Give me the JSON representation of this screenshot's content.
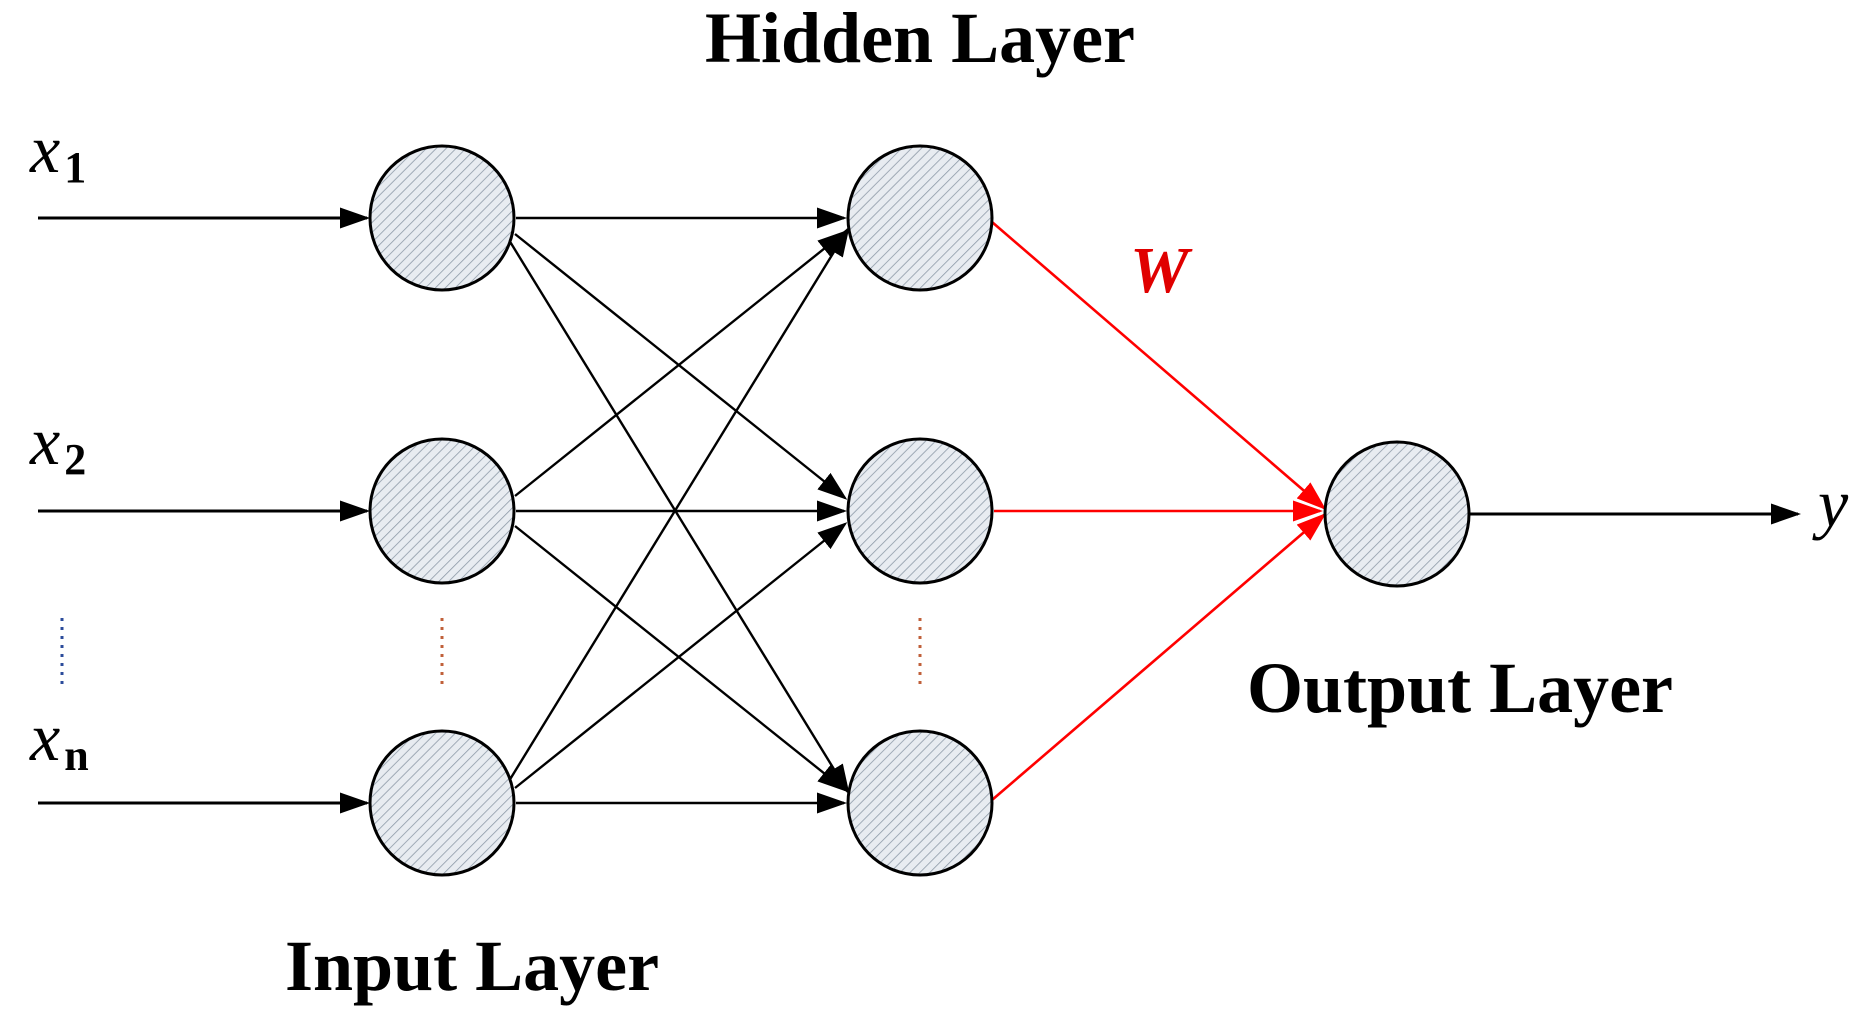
{
  "labels": {
    "hidden_layer": "Hidden Layer",
    "input_layer": "Input Layer",
    "output_layer": "Output Layer",
    "weight": "W"
  },
  "inputs": [
    {
      "var": "x",
      "sub": "1"
    },
    {
      "var": "x",
      "sub": "2"
    },
    {
      "var": "x",
      "sub": "n"
    }
  ],
  "output": {
    "var": "y"
  },
  "colors": {
    "node_fill": "#e8ecf1",
    "node_hatch": "#8e9aa8",
    "edge": "#000000",
    "weight_edge": "#ff0000",
    "weight_label": "#e00000",
    "ellipsis_a": "#2b4b9b",
    "ellipsis_b": "#c0603a"
  }
}
